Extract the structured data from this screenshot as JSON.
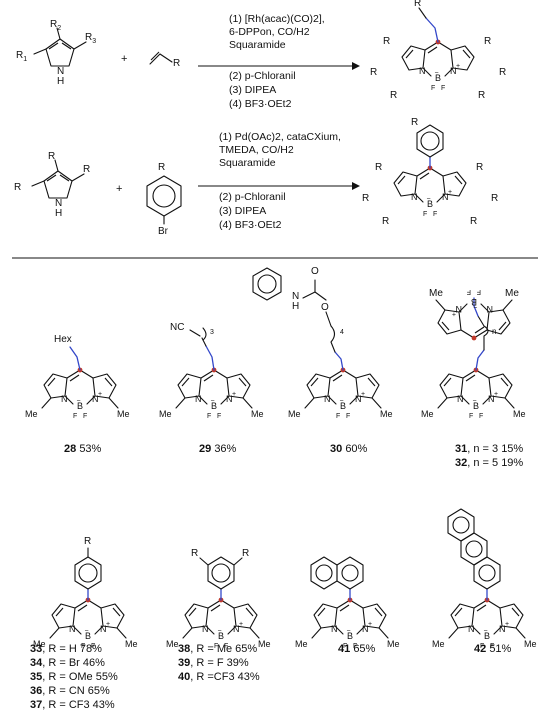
{
  "reactions": [
    {
      "pyrrole_subs": [
        "R",
        "R",
        "R"
      ],
      "pyrrole_sub_nums": [
        "1",
        "2",
        "3"
      ],
      "partner": "R",
      "conditions": [
        "(1) [Rh(acac)(CO)2],",
        "6-DPPon, CO/H2",
        "Squaramide",
        "(2) p-Chloranil",
        "(3) DIPEA",
        "(4) BF3·OEt2"
      ]
    },
    {
      "partner_subs": [
        "R",
        "Br"
      ],
      "conditions": [
        "(1) Pd(OAc)2, cataCXium,",
        "TMEDA, CO/H2",
        "Squaramide",
        "(2) p-Chloranil",
        "(3) DIPEA",
        "(4) BF3·OEt2"
      ]
    }
  ],
  "atoms": {
    "N": "N",
    "B": "B",
    "F": "F",
    "H": "H",
    "Me": "Me",
    "O": "O",
    "Hex": "Hex",
    "NC": "NC",
    "plus": "+",
    "minus": "−"
  },
  "compounds": [
    {
      "num": "28",
      "text": "53%"
    },
    {
      "num": "29",
      "text": "36%"
    },
    {
      "num": "30",
      "text": "60%"
    },
    {
      "num": "31",
      "text": ", n = 3 15%"
    },
    {
      "num": "32",
      "text": ", n = 5 19%"
    },
    {
      "num": "33",
      "text": ", R = H 78%"
    },
    {
      "num": "34",
      "text": ", R = Br 46%"
    },
    {
      "num": "35",
      "text": ", R = OMe 55%"
    },
    {
      "num": "36",
      "text": ", R = CN 65%"
    },
    {
      "num": "37",
      "text": ", R = CF3 43%"
    },
    {
      "num": "38",
      "text": ", R = Me 65%"
    },
    {
      "num": "39",
      "text": ", R = F 39%"
    },
    {
      "num": "40",
      "text": ", R =CF3 43%"
    },
    {
      "num": "41",
      "text": "65%"
    },
    {
      "num": "42",
      "text": "51%"
    }
  ],
  "chain_subscripts": {
    "c29": "3",
    "c30": "4",
    "c31": "n"
  },
  "colors": {
    "accent_red": "#c0392b",
    "accent_blue": "#3347c9",
    "bond": "#111111"
  }
}
